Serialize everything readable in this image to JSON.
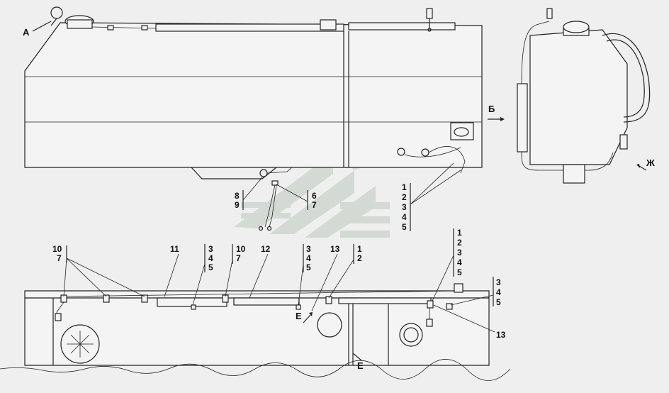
{
  "view_labels": {
    "a": "А",
    "b": "Б",
    "zh": "Ж",
    "e_top": "Е",
    "e_bottom": "Е"
  },
  "callouts": {
    "top_left_a": "8",
    "top_left_b": "9",
    "top_right_a": "6",
    "top_right_b": "7",
    "right_stack": [
      "1",
      "2",
      "3",
      "4",
      "5"
    ],
    "g1_a": "10",
    "g1_b": "7",
    "g2": "11",
    "g3": [
      "3",
      "4",
      "5"
    ],
    "g4_a": "10",
    "g4_b": "7",
    "g5": "12",
    "g6": [
      "3",
      "4",
      "5"
    ],
    "g7": "13",
    "g8": [
      "1",
      "2"
    ],
    "g9": [
      "1",
      "2",
      "3",
      "4",
      "5"
    ],
    "g10": [
      "3",
      "4",
      "5"
    ],
    "g11": "13"
  },
  "colors": {
    "line": "#222222",
    "background": "#efefef",
    "watermark": "#cfd6cf"
  }
}
